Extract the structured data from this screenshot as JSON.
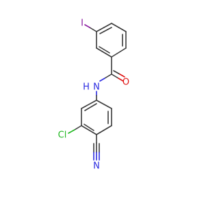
{
  "molecule": {
    "atoms": {
      "iodine": {
        "label": "I",
        "color": "#8a1aa0"
      },
      "oxygen": {
        "label": "O",
        "color": "#e01414"
      },
      "amide_nitrogen": {
        "label": "N",
        "color": "#2b2be0"
      },
      "amide_hydrogen": {
        "label": "H",
        "color": "#2b2be0"
      },
      "chlorine": {
        "label": "Cl",
        "color": "#22b822"
      },
      "nitrile_nitrogen": {
        "label": "N",
        "color": "#2b2be0"
      }
    },
    "bond_color": "#3a3a3a"
  }
}
